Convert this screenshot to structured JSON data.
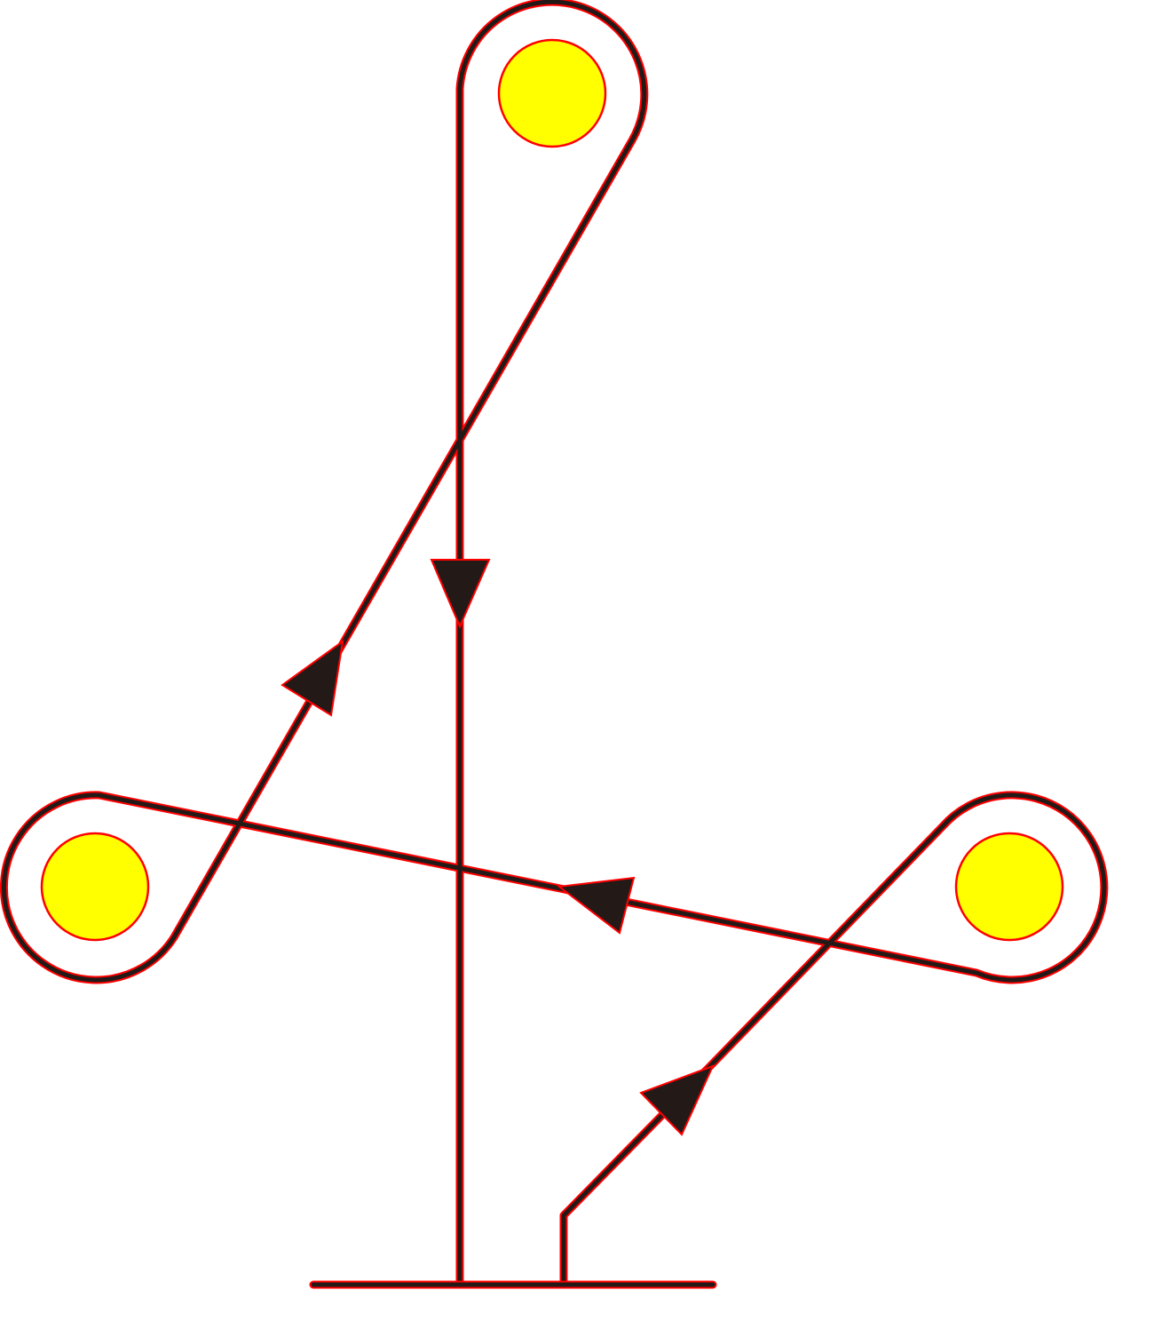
{
  "diagram": {
    "type": "belt-pulley-routing",
    "pulley_count": 3,
    "arrow_count": 4,
    "colors": {
      "pulley_fill": "#ffff00",
      "belt_outline": "#ff0000",
      "belt_core": "#231a17",
      "background": "#ffffff"
    }
  }
}
